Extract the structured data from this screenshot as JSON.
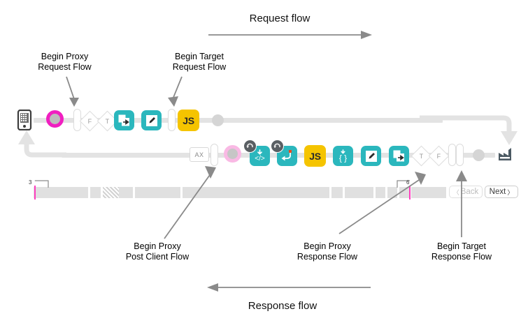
{
  "diagram": {
    "request_flow_label": "Request flow",
    "response_flow_label": "Response flow",
    "callouts": {
      "begin_proxy_request": "Begin Proxy\nRequest Flow",
      "begin_proxy_request_l1": "Begin Proxy",
      "begin_proxy_request_l2": "Request Flow",
      "begin_target_request_l1": "Begin Target",
      "begin_target_request_l2": "Request Flow",
      "begin_proxy_post_client_l1": "Begin Proxy",
      "begin_proxy_post_client_l2": "Post Client Flow",
      "begin_proxy_response_l1": "Begin Proxy",
      "begin_proxy_response_l2": "Response Flow",
      "begin_target_response_l1": "Begin Target",
      "begin_target_response_l2": "Response Flow"
    },
    "request_row": {
      "start_icon": "mobile-device-icon",
      "nodes": [
        {
          "kind": "ring",
          "style": "magenta",
          "name": "request-start-node"
        },
        {
          "kind": "bar",
          "name": "flow-bar"
        },
        {
          "kind": "diamond",
          "label": "F",
          "name": "condition-false"
        },
        {
          "kind": "diamond",
          "label": "T",
          "name": "condition-true"
        },
        {
          "kind": "policy",
          "icon": "service-callout-icon",
          "color": "#2bb7bd"
        },
        {
          "kind": "policy",
          "icon": "assign-message-icon",
          "color": "#2bb7bd"
        },
        {
          "kind": "bar",
          "name": "flow-bar"
        },
        {
          "kind": "policy",
          "icon": "javascript-icon",
          "label": "JS",
          "color": "#f5c400"
        },
        {
          "kind": "dot",
          "name": "end-node"
        }
      ]
    },
    "response_row": {
      "end_icon": "target-server-icon",
      "ax_label": "AX",
      "nodes": [
        {
          "kind": "axbox",
          "label": "AX",
          "name": "analytics-node"
        },
        {
          "kind": "bar",
          "name": "flow-bar"
        },
        {
          "kind": "ring",
          "style": "pink",
          "name": "response-start-node"
        },
        {
          "kind": "policy",
          "icon": "extract-variables-icon",
          "color": "#2bb7bd",
          "badge": "retry-icon"
        },
        {
          "kind": "policy",
          "icon": "raise-fault-icon",
          "color": "#2bb7bd",
          "badge": "retry-icon"
        },
        {
          "kind": "policy",
          "icon": "javascript-icon",
          "label": "JS",
          "color": "#f5c400"
        },
        {
          "kind": "policy",
          "icon": "json-braces-icon",
          "color": "#2bb7bd"
        },
        {
          "kind": "policy",
          "icon": "assign-message-icon",
          "color": "#2bb7bd"
        },
        {
          "kind": "policy",
          "icon": "service-callout-icon",
          "color": "#2bb7bd"
        },
        {
          "kind": "diamond",
          "label": "T",
          "name": "condition-true"
        },
        {
          "kind": "diamond",
          "label": "F",
          "name": "condition-false"
        },
        {
          "kind": "bar",
          "name": "flow-bar"
        },
        {
          "kind": "bar",
          "name": "flow-bar"
        },
        {
          "kind": "dot",
          "name": "end-node"
        }
      ]
    },
    "timeline": {
      "left_marker_label": "3",
      "right_marker_label": "6",
      "back_label": "Back",
      "next_label": "Next",
      "back_chevron": "〈",
      "next_chevron": "〉"
    },
    "colors": {
      "policy_teal": "#2bb7bd",
      "policy_yellow": "#f5c400",
      "rail_gray": "#e3e3e3",
      "marker_magenta": "#f01fc0",
      "marker_pink": "#f9b9e4",
      "target_slate": "#4c5a63",
      "arrow_gray": "#8a8a8a"
    }
  }
}
